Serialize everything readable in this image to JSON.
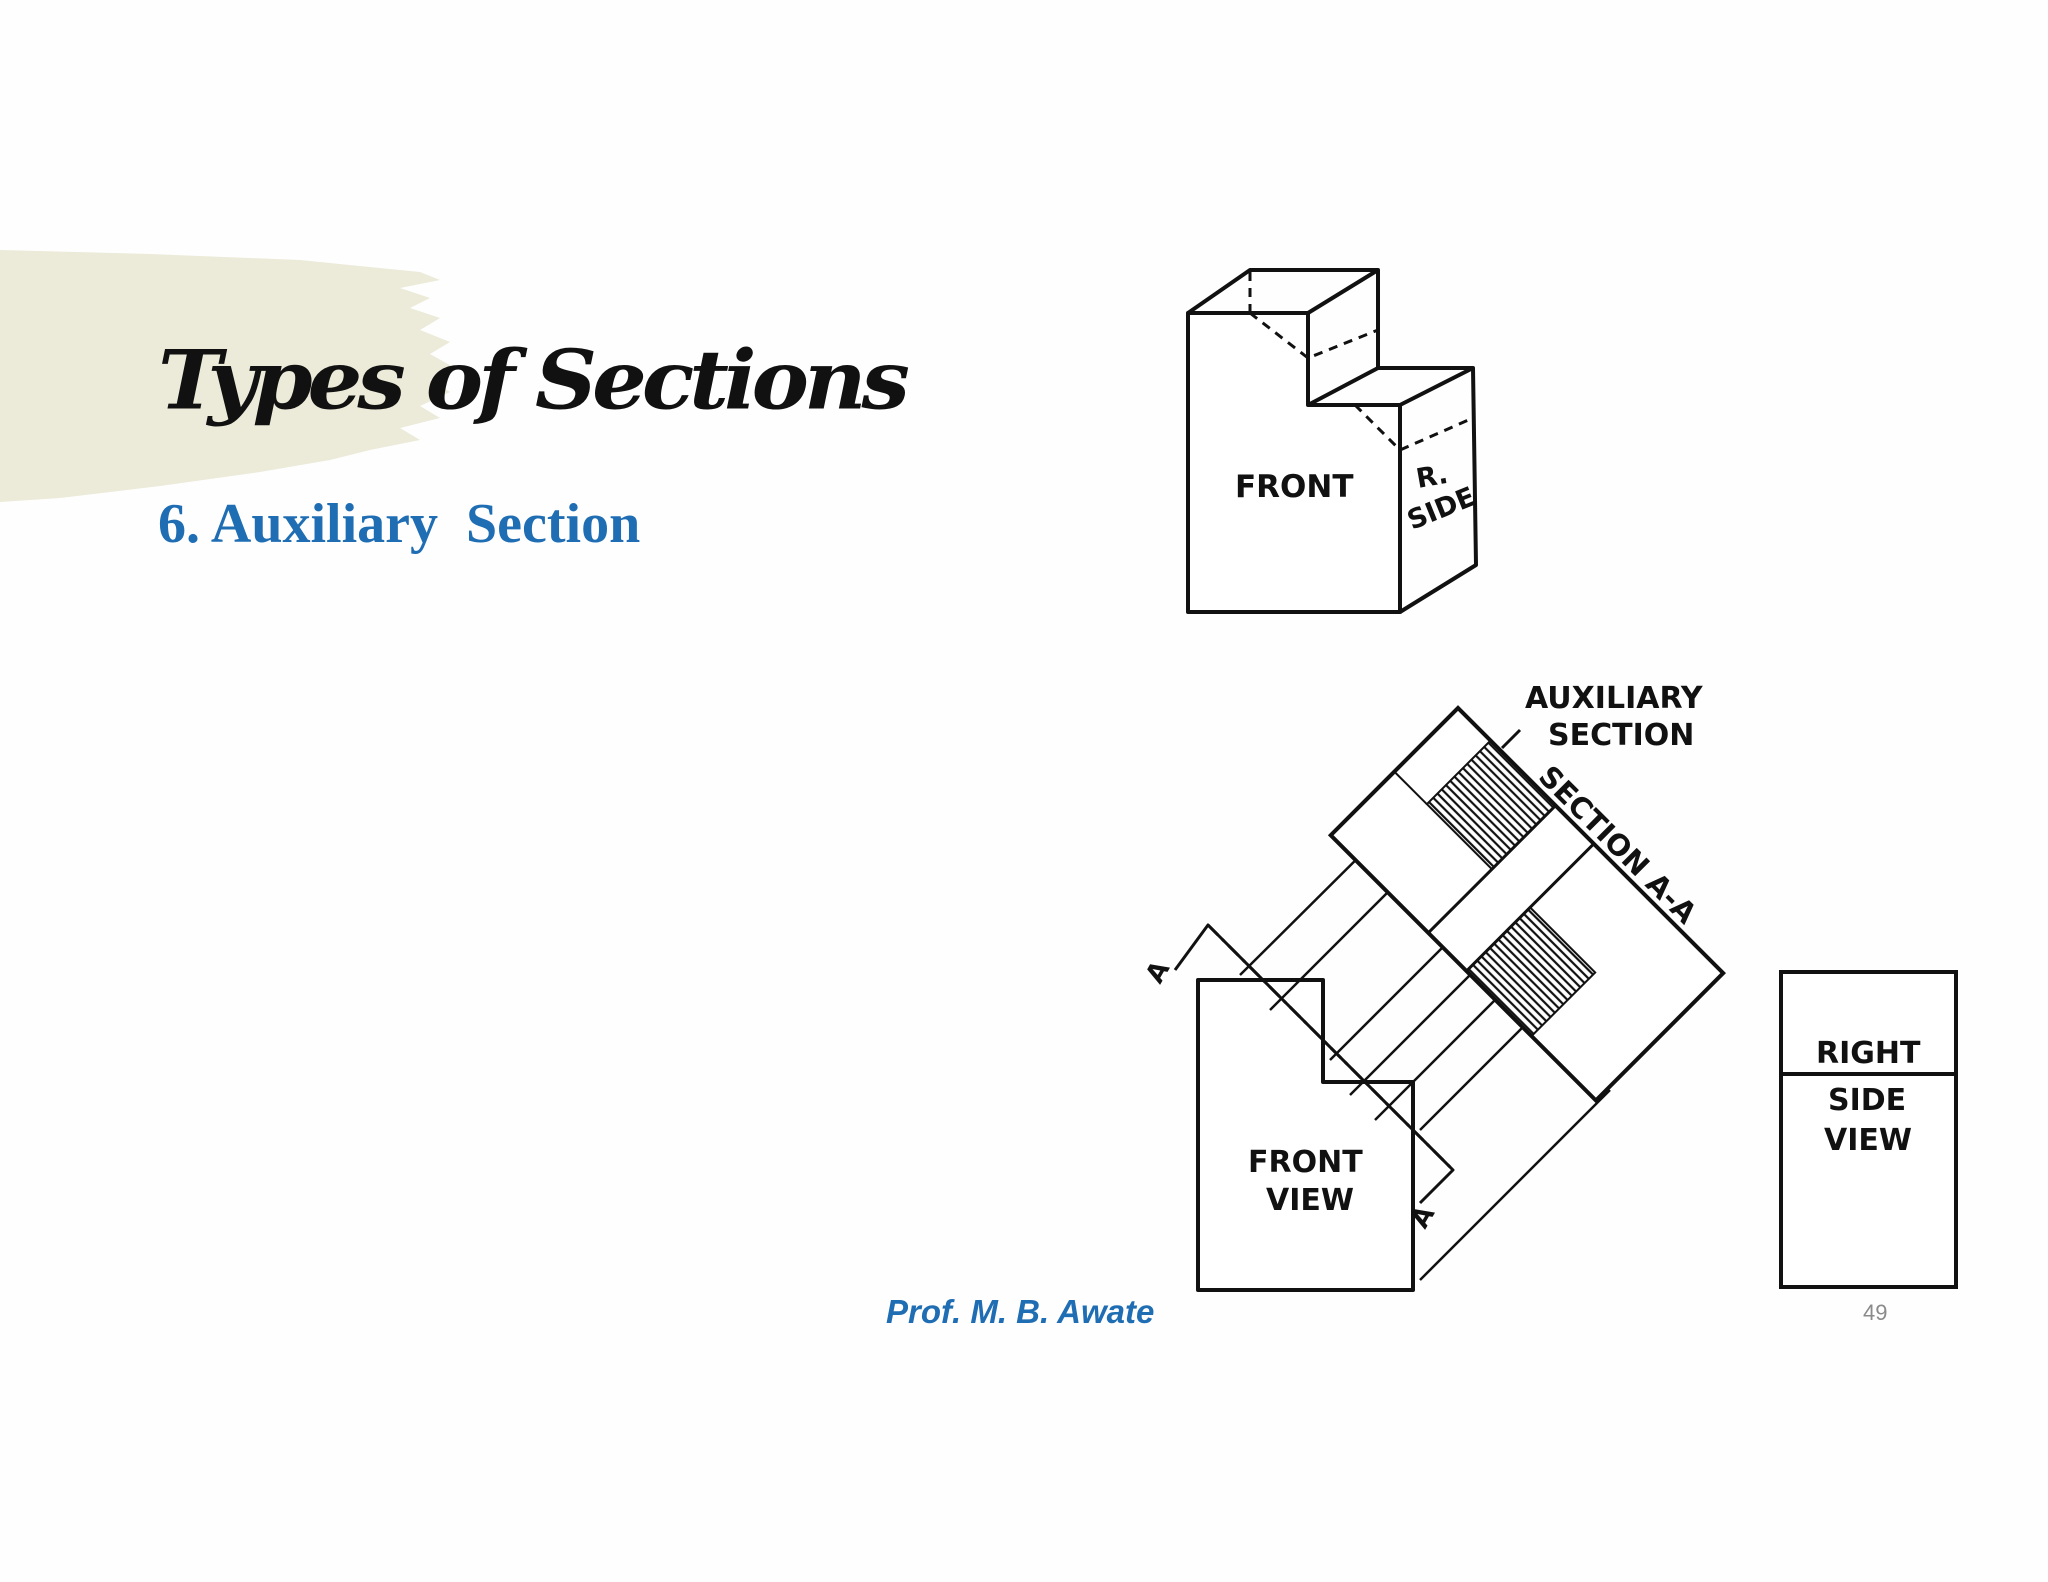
{
  "slide": {
    "title": "Types of Sections",
    "subtitle": "6. Auxiliary  Section",
    "footer_author": "Prof. M. B. Awate",
    "page_number": "49"
  },
  "drawing": {
    "iso_front_label": "FRONT",
    "iso_side_label_line1": "R.",
    "iso_side_label_line2": "SIDE",
    "aux_label_line1": "AUXILIARY",
    "aux_label_line2": "SECTION",
    "section_label": "SECTION A-A",
    "cut_marker_top": "A",
    "cut_marker_bottom": "A",
    "front_view_line1": "FRONT",
    "front_view_line2": "VIEW",
    "right_view_line1": "RIGHT",
    "right_view_line2": "SIDE",
    "right_view_line3": "VIEW"
  },
  "colors": {
    "title_text": "#111111",
    "accent_blue": "#1f6db3",
    "brush_beige": "#ecead8",
    "page_number_gray": "#8a8a8a",
    "line_black": "#111111"
  }
}
